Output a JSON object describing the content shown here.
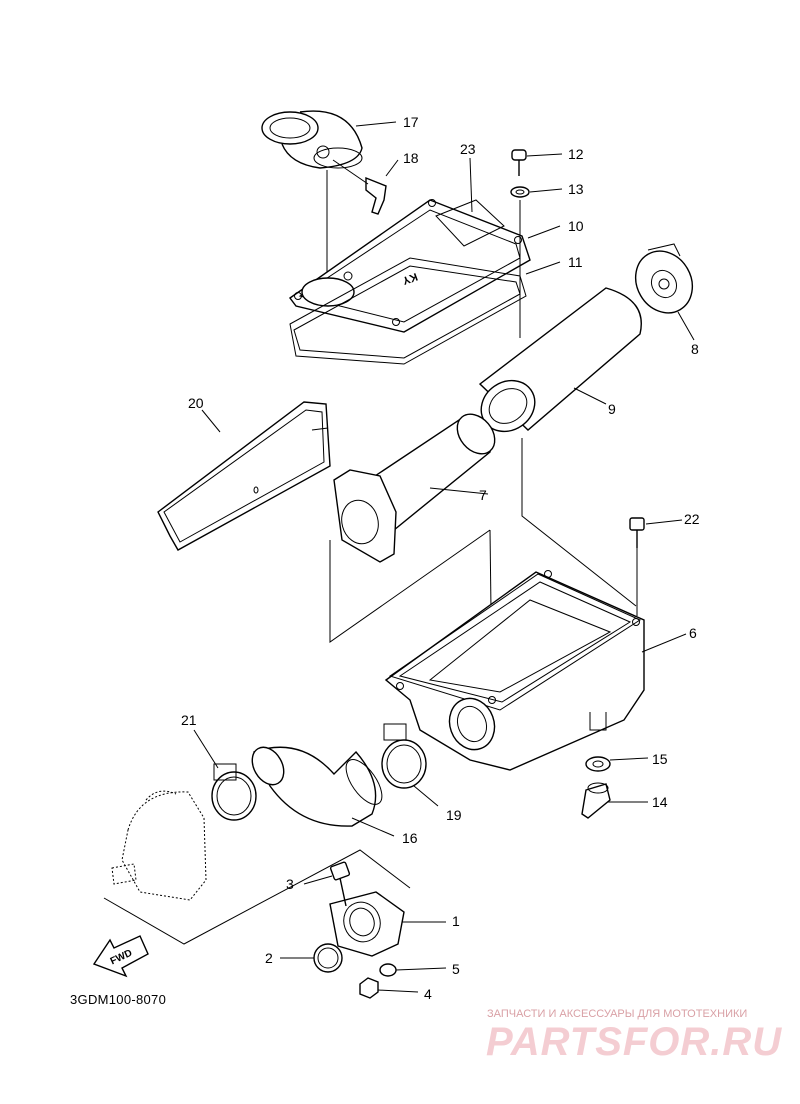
{
  "part_numbers": {
    "p1": "1",
    "p2": "2",
    "p3": "3",
    "p4": "4",
    "p5": "5",
    "p6": "6",
    "p7": "7",
    "p8": "8",
    "p9": "9",
    "p10": "10",
    "p11": "11",
    "p12": "12",
    "p13": "13",
    "p14": "14",
    "p15": "15",
    "p16": "16",
    "p17": "17",
    "p18": "18",
    "p19": "19",
    "p20": "20",
    "p21": "21",
    "p22": "22",
    "p23": "23"
  },
  "diagram_code": "3GDM100-8070",
  "direction_marker": "FWD",
  "box_marking": "KY",
  "watermark": {
    "tagline": "ЗАПЧАСТИ И АКСЕССУАРЫ ДЛЯ МОТОТЕХНИКИ",
    "logo": "PARTSFOR.RU",
    "color": "#f4cdd2"
  }
}
